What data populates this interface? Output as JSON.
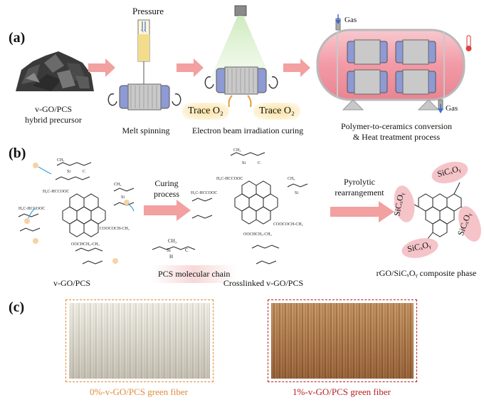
{
  "panels": {
    "a": {
      "label": "(a)",
      "precursor_caption_line1": "v-GO/PCS",
      "precursor_caption_line2": "hybrid precursor",
      "pressure_label": "Pressure",
      "melt_caption": "Melt spinning",
      "trace_left": "Trace O₂",
      "trace_right": "Trace O₂",
      "ebeam_caption": "Electron beam irradiation curing",
      "gas_in": "Gas",
      "gas_out": "Gas",
      "furnace_caption_line1": "Polymer-to-ceramics conversion",
      "furnace_caption_line2": "& Heat treatment process"
    },
    "b": {
      "label": "(b)",
      "curing_line1": "Curing",
      "curing_line2": "process",
      "pyro_line1": "Pyrolytic",
      "pyro_line2": "rearrangement",
      "vgo_caption": "v-GO/PCS",
      "pcs_chain_caption": "PCS molecular chain",
      "crosslinked_caption": "Crosslinked v-GO/PCS",
      "composite_caption": "rGO/SiCₓOᵧ composite phase",
      "sicxoy": "SiCₓOᵧ"
    },
    "c": {
      "label": "(c)",
      "fiber_left_caption": "0%-v-GO/PCS green fiber",
      "fiber_right_caption": "1%-v-GO/PCS green fiber"
    }
  },
  "colors": {
    "arrow_pink": "#f2a0a0",
    "orange_caption": "#e08a3a",
    "red_caption": "#b42020",
    "furnace_pink": "#f4b8c0",
    "roller_blue": "#7a8fd4"
  }
}
